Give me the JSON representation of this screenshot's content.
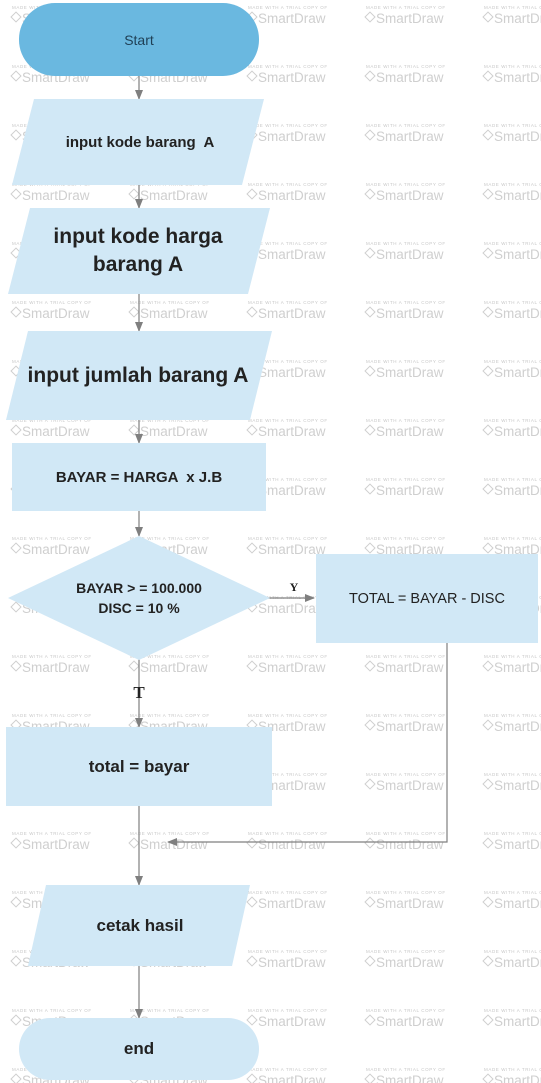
{
  "watermark": {
    "small_text": "MADE WITH A TRIAL COPY OF",
    "brand_text": "SmartDraw"
  },
  "colors": {
    "start_fill": "#6ab8e0",
    "node_fill": "#d1e8f6",
    "line": "#7f7f7f",
    "text": "#222222"
  },
  "nodes": {
    "start": "Start",
    "input_kode": "input kode barang  A",
    "input_harga": "input kode harga barang A",
    "input_jumlah": "input jumlah barang A",
    "bayar": "BAYAR = HARGA  x J.B",
    "decision": "BAYAR > = 100.000 DISC = 10 %",
    "total_disc": "TOTAL = BAYAR - DISC",
    "total": "total = bayar",
    "cetak": "cetak hasil",
    "end": "end"
  },
  "edge_labels": {
    "yes": "Y",
    "no": "T"
  }
}
